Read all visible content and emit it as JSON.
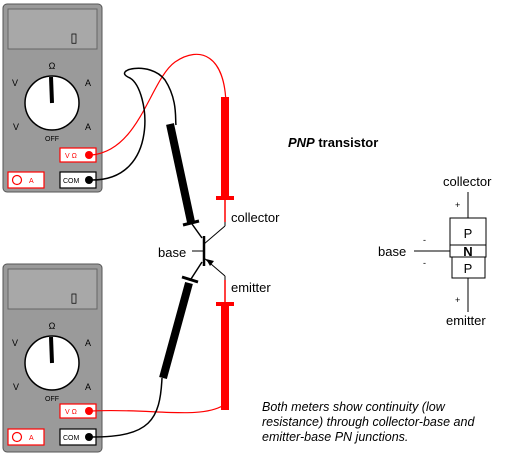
{
  "title": {
    "prefix": "PNP",
    "suffix": " transistor"
  },
  "labels": {
    "collector_probe": "collector",
    "emitter_probe": "emitter",
    "base_probe": "base",
    "symbol_collector": "collector",
    "symbol_emitter": "emitter",
    "symbol_base": "base",
    "plus": "+",
    "minus": "-",
    "p": "P",
    "n": "N"
  },
  "meter": {
    "ohm": "Ω",
    "v_left": "V",
    "v_right": "V",
    "a_right": "A",
    "a_left": "A",
    "off": "OFF",
    "vohm_jack": "V Ω",
    "com_jack": "COM",
    "a_jack": "A",
    "display": "▯"
  },
  "caption": "Both meters show continuity (low resistance) through collector-base and emitter-base PN junctions.",
  "colors": {
    "red": "#ff0000",
    "black": "#000000",
    "meter_body": "#9a9a9a",
    "display": "#a8a8a8"
  }
}
